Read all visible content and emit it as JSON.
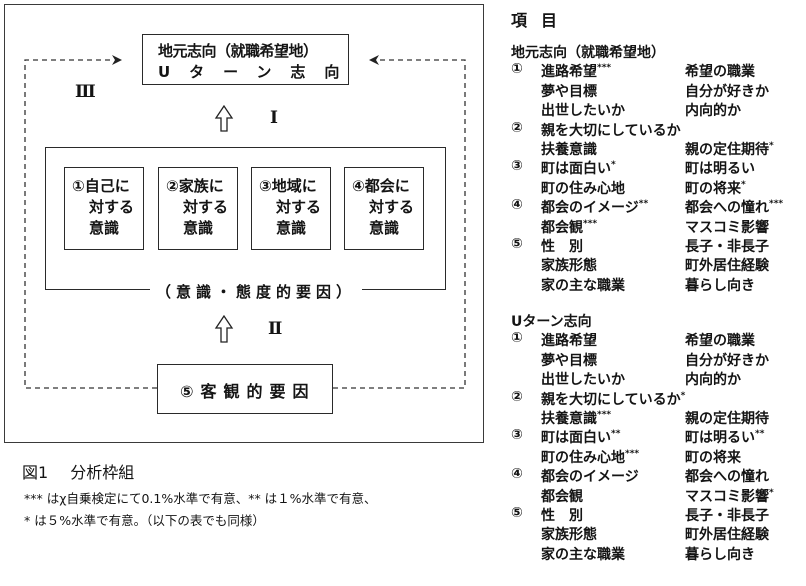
{
  "diagram": {
    "outcome_box": {
      "line1": "地元志向（就職希望地）",
      "line2": "Uターン志向"
    },
    "path_labels": {
      "I": "Ⅰ",
      "II": "Ⅱ",
      "III": "Ⅲ"
    },
    "attitude_factors": [
      {
        "line1": "①自己に",
        "line2": "対する",
        "line3": "意識"
      },
      {
        "line1": "②家族に",
        "line2": "対する",
        "line3": "意識"
      },
      {
        "line1": "③地域に",
        "line2": "対する",
        "line3": "意識"
      },
      {
        "line1": "④都会に",
        "line2": "対する",
        "line3": "意識"
      }
    ],
    "attitude_group_label": "（意識・態度的要因）",
    "objective_factor": "⑤客観的要因",
    "arrow_icon": "outline-up-arrow"
  },
  "caption": {
    "figure_number": "図1",
    "figure_title": "分析枠組",
    "note_line1": "*** はχ自乗検定にて0.1%水準で有意、** は１%水準で有意、",
    "note_line2": "* は５%水準で有意。（以下の表でも同様）"
  },
  "items": {
    "heading": "項目",
    "sections": [
      {
        "title": "地元志向（就職希望地）",
        "rows": [
          {
            "marker": "①",
            "c1": "進路希望",
            "c1_sig": "***",
            "c2": "希望の職業",
            "c2_sig": ""
          },
          {
            "marker": "",
            "c1": "夢や目標",
            "c1_sig": "",
            "c2": "自分が好きか",
            "c2_sig": ""
          },
          {
            "marker": "",
            "c1": "出世したいか",
            "c1_sig": "",
            "c2": "内向的か",
            "c2_sig": ""
          },
          {
            "marker": "②",
            "c1": "親を大切にしているか",
            "c1_sig": "",
            "c2": "",
            "c2_sig": ""
          },
          {
            "marker": "",
            "c1": "扶養意識",
            "c1_sig": "",
            "c2": "親の定住期待",
            "c2_sig": "*"
          },
          {
            "marker": "③",
            "c1": "町は面白い",
            "c1_sig": "*",
            "c2": "町は明るい",
            "c2_sig": ""
          },
          {
            "marker": "",
            "c1": "町の住み心地",
            "c1_sig": "",
            "c2": "町の将来",
            "c2_sig": "*"
          },
          {
            "marker": "④",
            "c1": "都会のイメージ",
            "c1_sig": "**",
            "c2": "都会への憧れ",
            "c2_sig": "***"
          },
          {
            "marker": "",
            "c1": "都会観",
            "c1_sig": "***",
            "c2": "マスコミ影響",
            "c2_sig": ""
          },
          {
            "marker": "⑤",
            "c1": "性　別",
            "c1_sig": "",
            "c2": "長子・非長子",
            "c2_sig": ""
          },
          {
            "marker": "",
            "c1": "家族形態",
            "c1_sig": "",
            "c2": "町外居住経験",
            "c2_sig": ""
          },
          {
            "marker": "",
            "c1": "家の主な職業",
            "c1_sig": "",
            "c2": "暮らし向き",
            "c2_sig": ""
          }
        ]
      },
      {
        "title": "Uターン志向",
        "rows": [
          {
            "marker": "①",
            "c1": "進路希望",
            "c1_sig": "",
            "c2": "希望の職業",
            "c2_sig": ""
          },
          {
            "marker": "",
            "c1": "夢や目標",
            "c1_sig": "",
            "c2": "自分が好きか",
            "c2_sig": ""
          },
          {
            "marker": "",
            "c1": "出世したいか",
            "c1_sig": "",
            "c2": "内向的か",
            "c2_sig": ""
          },
          {
            "marker": "②",
            "c1": "親を大切にしているか",
            "c1_sig": "*",
            "c2": "",
            "c2_sig": ""
          },
          {
            "marker": "",
            "c1": "扶養意識",
            "c1_sig": "***",
            "c2": "親の定住期待",
            "c2_sig": ""
          },
          {
            "marker": "③",
            "c1": "町は面白い",
            "c1_sig": "**",
            "c2": "町は明るい",
            "c2_sig": "**"
          },
          {
            "marker": "",
            "c1": "町の住み心地",
            "c1_sig": "***",
            "c2": "町の将来",
            "c2_sig": ""
          },
          {
            "marker": "④",
            "c1": "都会のイメージ",
            "c1_sig": "",
            "c2": "都会への憧れ",
            "c2_sig": ""
          },
          {
            "marker": "",
            "c1": "都会観",
            "c1_sig": "",
            "c2": "マスコミ影響",
            "c2_sig": "*"
          },
          {
            "marker": "⑤",
            "c1": "性　別",
            "c1_sig": "",
            "c2": "長子・非長子",
            "c2_sig": ""
          },
          {
            "marker": "",
            "c1": "家族形態",
            "c1_sig": "",
            "c2": "町外居住経験",
            "c2_sig": ""
          },
          {
            "marker": "",
            "c1": "家の主な職業",
            "c1_sig": "",
            "c2": "暮らし向き",
            "c2_sig": ""
          }
        ]
      }
    ]
  }
}
